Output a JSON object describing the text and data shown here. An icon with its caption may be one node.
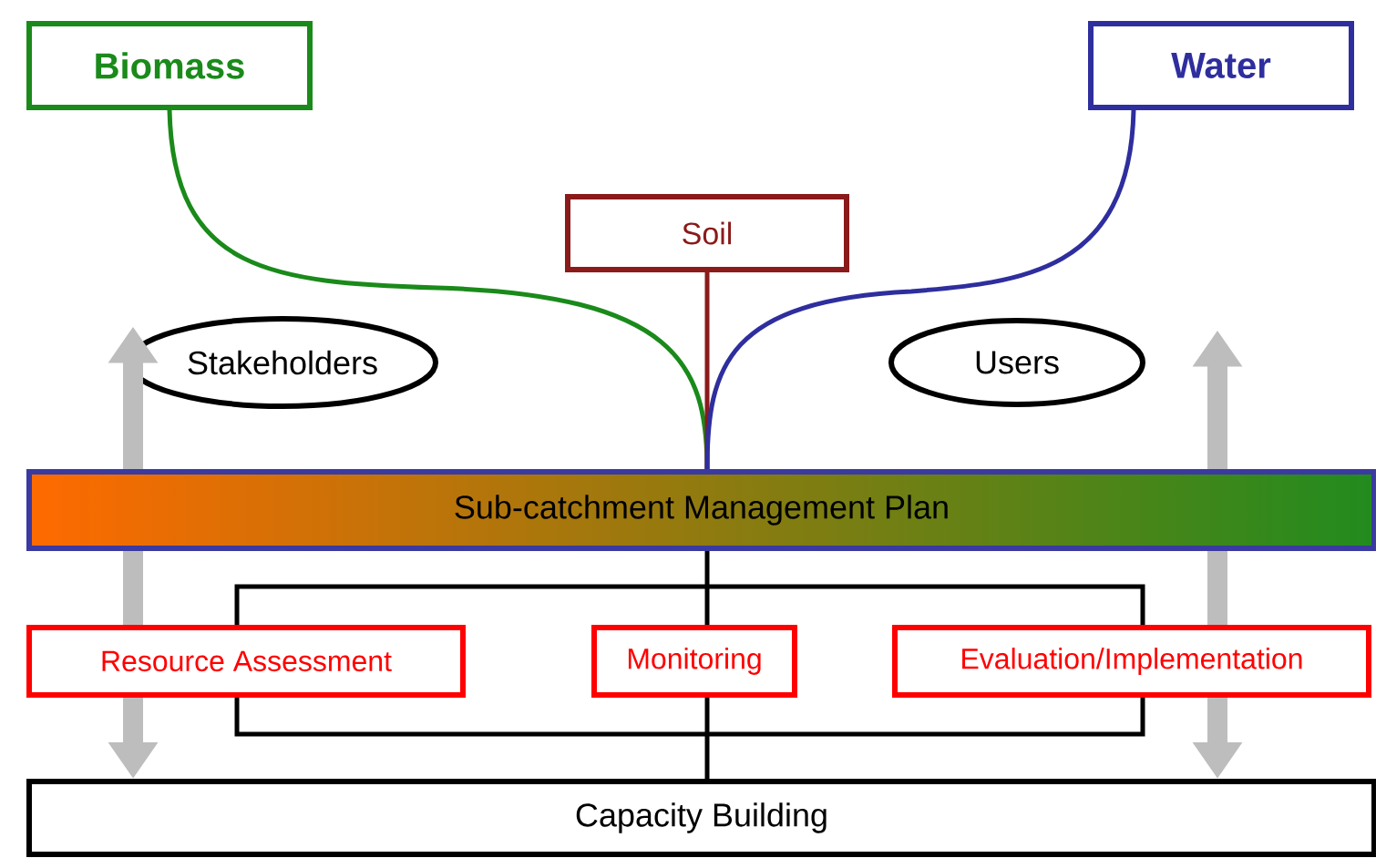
{
  "diagram": {
    "nodes": [
      {
        "text": [
          "Biomass"
        ]
      },
      {
        "text": [
          "Soil"
        ]
      },
      {
        "text": [
          "Water"
        ]
      },
      {
        "text": [
          "Stakeholders"
        ]
      },
      {
        "text": [
          "Users"
        ]
      },
      {
        "text": [
          "Sub-catchment Management Plan"
        ]
      },
      {
        "text": [
          "Resource Assessment"
        ]
      },
      {
        "text": [
          "Monitoring"
        ]
      },
      {
        "text": [
          "Evaluation/Implementation"
        ]
      },
      {
        "text": [
          "Capacity Building"
        ]
      }
    ],
    "edges": [
      {
        "from": 0,
        "to": 5,
        "arrow": "none",
        "color": "#1a8a1a"
      },
      {
        "from": 1,
        "to": 5,
        "arrow": "none",
        "color": "#8b1a1a"
      },
      {
        "from": 2,
        "to": 5,
        "arrow": "none",
        "color": "#2e2e9e"
      },
      {
        "from": 5,
        "to": 7,
        "arrow": "none",
        "color": "#000000"
      },
      {
        "from": 7,
        "to": 9,
        "arrow": "none",
        "color": "#000000"
      },
      {
        "from": 5,
        "to": 3,
        "arrow": "to"
      },
      {
        "from": 5,
        "to": 6,
        "arrow": "none"
      },
      {
        "from": 6,
        "to": 9,
        "arrow": "to"
      },
      {
        "from": 5,
        "to": 4,
        "arrow": "to"
      },
      {
        "from": 5,
        "to": 8,
        "arrow": "none"
      },
      {
        "from": 8,
        "to": 9,
        "arrow": "to"
      }
    ]
  }
}
